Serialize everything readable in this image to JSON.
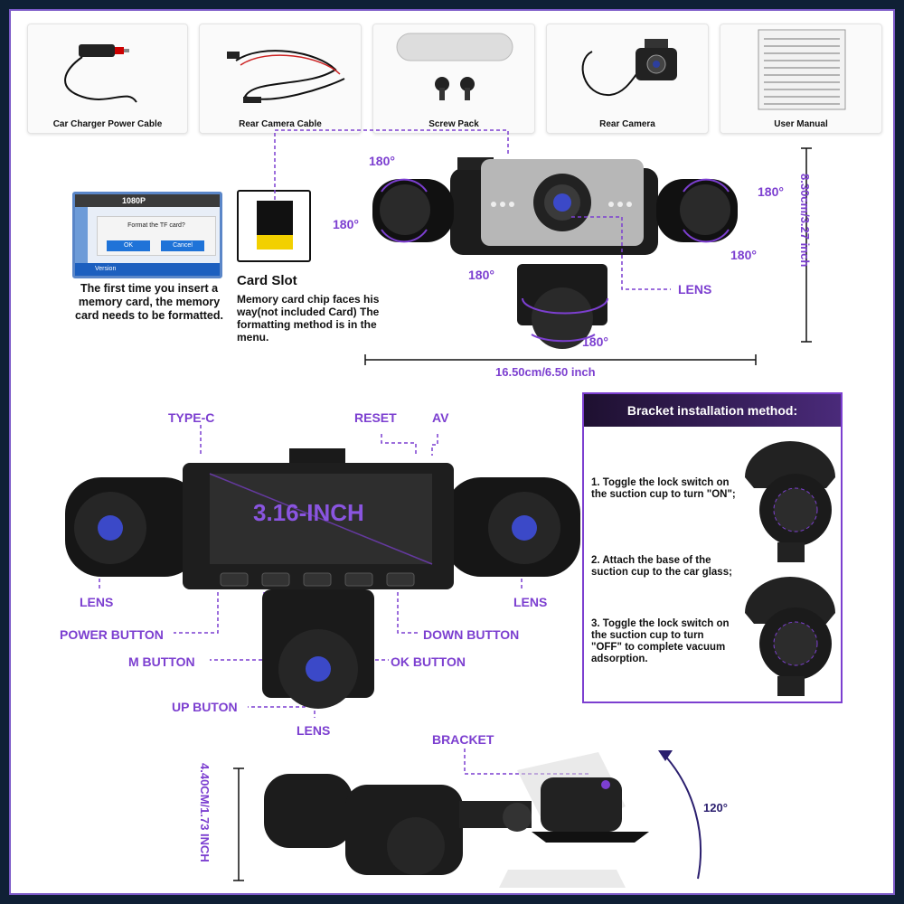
{
  "accessories": [
    {
      "label": "Car Charger Power Cable",
      "icon": "car-charger-icon"
    },
    {
      "label": "Rear Camera Cable",
      "icon": "cable-icon"
    },
    {
      "label": "Screw Pack",
      "icon": "screw-icon"
    },
    {
      "label": "Rear Camera",
      "icon": "rear-camera-icon"
    },
    {
      "label": "User Manual",
      "icon": "manual-icon"
    }
  ],
  "screen": {
    "resolution": "1080P",
    "dialog_text": "Format the TF card?",
    "ok": "OK",
    "cancel": "Cancel",
    "footer": "Version"
  },
  "format_note": "The first time you insert a memory card, the memory card needs to be formatted.",
  "card_slot": {
    "title": "Card Slot",
    "desc": "Memory card chip faces his way(not included Card) The formatting method is in the menu."
  },
  "rotation": {
    "angle": "180°"
  },
  "lens_label": "LENS",
  "dimensions": {
    "height": "8.30cm/3.27 inch",
    "width": "16.50cm/6.50 inch",
    "bracket_height": "4.40CM/1.73 INCH",
    "bracket_angle": "120°"
  },
  "front": {
    "screen_size": "3.16-INCH",
    "type_c": "TYPE-C",
    "reset": "RESET",
    "av": "AV",
    "lens": "LENS",
    "power_button": "POWER BUTTON",
    "m_button": "M BUTTON",
    "up_button": "UP BUTON",
    "ok_button": "OK BUTTON",
    "down_button": "DOWN BUTTON"
  },
  "bracket_install": {
    "title": "Bracket installation method:",
    "steps": [
      "1. Toggle the lock switch on the suction cup to turn \"ON\";",
      "2. Attach the base of the suction cup to the car glass;",
      "3. Toggle the lock switch on the suction cup to turn \"OFF\" to complete vacuum adsorption."
    ]
  },
  "bracket_label": "BRACKET",
  "colors": {
    "accent": "#7c3fd0",
    "frame": "#0f2035"
  }
}
